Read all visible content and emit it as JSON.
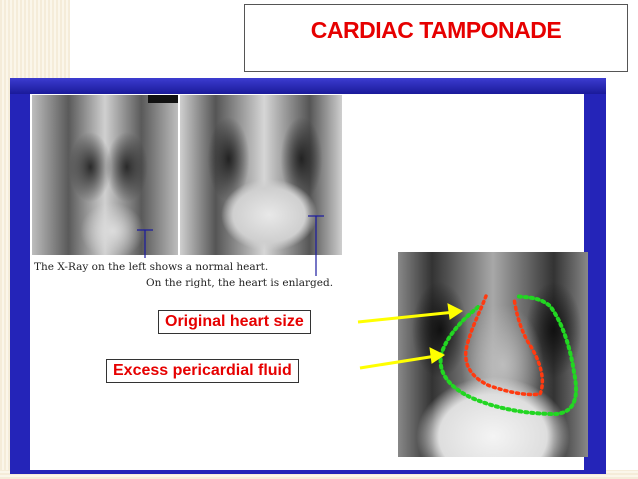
{
  "title": "CARDIAC TAMPONADE",
  "captions": {
    "line1": "The X-Ray on the left shows a normal heart.",
    "line2": "On the right, the heart is enlarged."
  },
  "labels": {
    "original": "Original heart size",
    "excess": "Excess pericardial fluid"
  },
  "colors": {
    "title": "#e60000",
    "frame": "#2424b8",
    "arrow": "#ffff00",
    "original_outline": "#ff3300",
    "fluid_outline": "#00cc00"
  }
}
